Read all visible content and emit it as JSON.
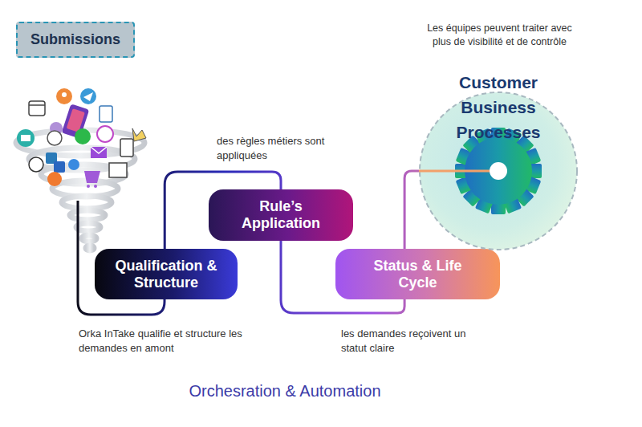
{
  "diagram": {
    "nodes": [
      {
        "text": [
          "Submissions"
        ]
      },
      {
        "text": [
          "Qualification & Structure"
        ]
      },
      {
        "text": [
          "Rule’s Application"
        ]
      },
      {
        "text": [
          "Status & Life Cycle"
        ]
      },
      {
        "text": [
          "Customer Business Processes"
        ]
      }
    ],
    "edges": [
      {
        "from": 1,
        "to": 2,
        "arrow": "none"
      },
      {
        "from": 2,
        "to": 3,
        "arrow": "none"
      },
      {
        "from": 3,
        "to": 4,
        "arrow": "none"
      }
    ],
    "labels": [
      "Les équipes peuvent traiter avec plus de visibilité et de contrôle",
      "des règles métiers sont appliquées",
      "Orka InTake qualifie et structure les demandes en amont",
      "les demandes reçoivent un statut claire",
      "Orchesration & Automation"
    ]
  }
}
